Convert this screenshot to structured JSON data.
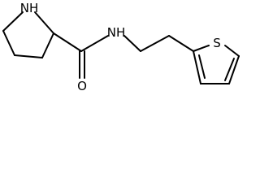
{
  "molecule": {
    "atoms": {
      "ring_nitrogen": "NH",
      "carbonyl_oxygen": "O",
      "amide_nitrogen": "NH",
      "sulfur": "S"
    }
  }
}
